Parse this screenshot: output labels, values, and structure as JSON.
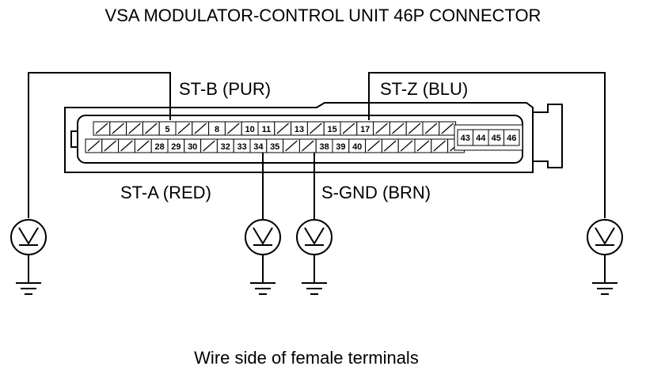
{
  "title": "VSA MODULATOR-CONTROL UNIT 46P CONNECTOR",
  "caption": "Wire side of female terminals",
  "connector": {
    "top_row_numbered": [
      "5",
      "8",
      "10",
      "11",
      "13",
      "15",
      "17"
    ],
    "bottom_row_numbered": [
      "28",
      "29",
      "30",
      "32",
      "33",
      "34",
      "35",
      "38",
      "39",
      "40"
    ],
    "right_block": [
      "43",
      "44",
      "45",
      "46"
    ]
  },
  "wires": {
    "st_b": "ST-B (PUR)",
    "st_z": "ST-Z (BLU)",
    "st_a": "ST-A (RED)",
    "s_gnd": "S-GND (BRN)"
  },
  "icons": {
    "voltmeter": "voltmeter-icon",
    "ground": "ground-symbol-icon"
  }
}
